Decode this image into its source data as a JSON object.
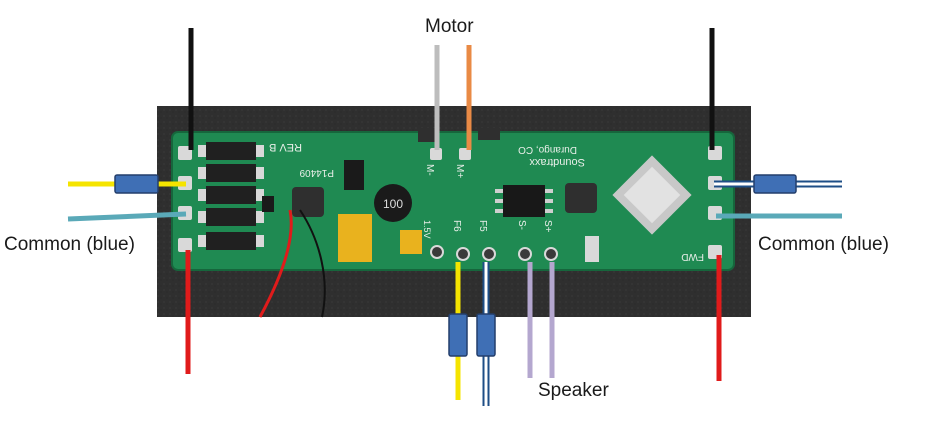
{
  "labels": {
    "motor": "Motor",
    "speaker": "Speaker",
    "common_left": "Common (blue)",
    "common_right": "Common (blue)"
  },
  "board_text": {
    "rev": "REV B",
    "brand": "Soundtraxx",
    "location": "Durango, CO",
    "part": "P14409",
    "inductor": "100",
    "m_minus": "M-",
    "m_plus": "M+",
    "f6": "F6",
    "f5": "F5",
    "s_minus": "S-",
    "s_plus": "S+",
    "voltage": "1.5V",
    "fwd": "FWD"
  },
  "colors": {
    "pcb": "#1f8a52",
    "backing": "#2e2e2e",
    "motor_grey": "#bdbdbd",
    "motor_orange": "#e98a45",
    "black": "#111111",
    "red": "#e01b1b",
    "yellow": "#f5e400",
    "white_wire": "#ffffff",
    "blue_common": "#5aa9b8",
    "sleeve_blue": "#3f6fb5",
    "speaker_purple": "#b4a7cf"
  }
}
